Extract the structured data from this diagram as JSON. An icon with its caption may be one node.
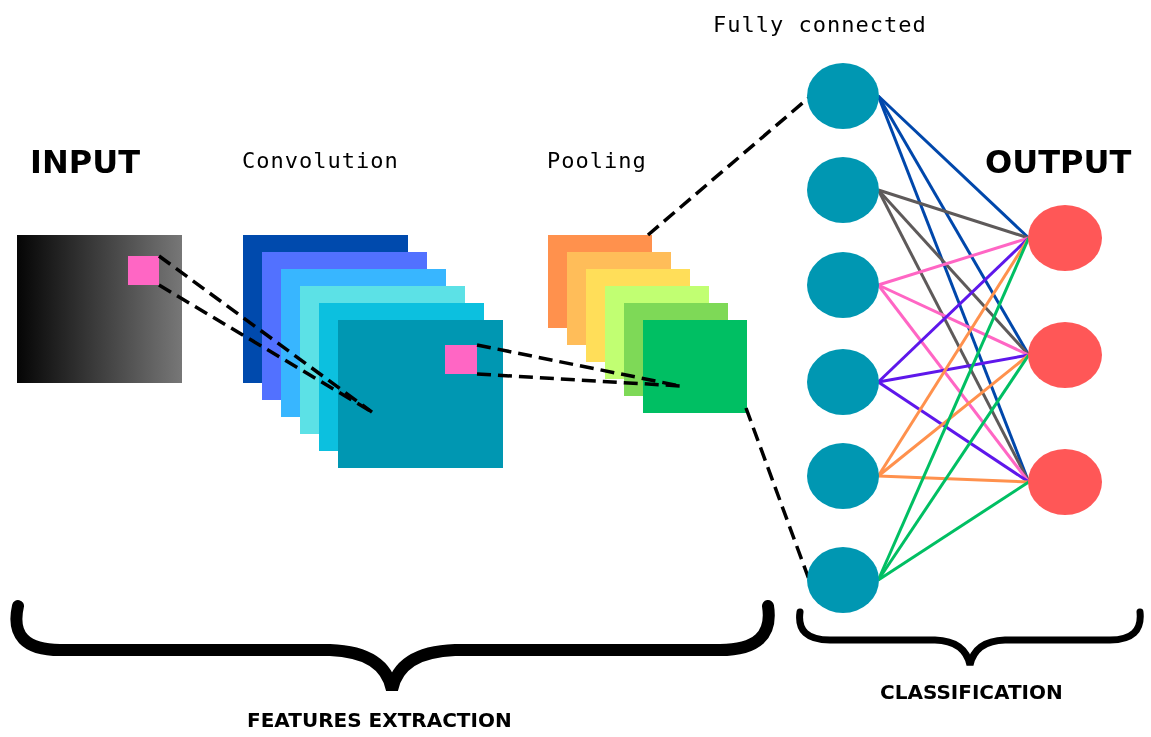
{
  "diagram": {
    "nodes": [
      {
        "text": [],
        "shape": "box"
      },
      {
        "text": [],
        "shape": "box",
        "in": 0
      },
      {
        "text": [],
        "shape": "box"
      },
      {
        "text": [],
        "shape": "box",
        "in": 2
      },
      {
        "text": [],
        "shape": "box"
      },
      {
        "text": [],
        "shape": "circle"
      },
      {
        "text": [],
        "shape": "circle"
      },
      {
        "text": [],
        "shape": "circle"
      },
      {
        "text": [],
        "shape": "circle"
      },
      {
        "text": [],
        "shape": "circle"
      },
      {
        "text": [],
        "shape": "circle"
      },
      {
        "text": [],
        "shape": "circle"
      },
      {
        "text": [],
        "shape": "circle"
      },
      {
        "text": [],
        "shape": "circle"
      }
    ],
    "edges": [
      {
        "from": 1,
        "to": 2,
        "arrow": "none",
        "style": "dashed"
      },
      {
        "from": 1,
        "to": 2,
        "arrow": "none",
        "style": "dashed"
      },
      {
        "from": 3,
        "to": 4,
        "arrow": "none",
        "style": "dashed"
      },
      {
        "from": 3,
        "to": 4,
        "arrow": "none",
        "style": "dashed"
      },
      {
        "from": 4,
        "to": 5,
        "arrow": "none",
        "style": "dashed"
      },
      {
        "from": 4,
        "to": 10,
        "arrow": "none",
        "style": "dashed"
      },
      {
        "from": 5,
        "to": 11,
        "arrow": "none",
        "color": "#0047ab"
      },
      {
        "from": 5,
        "to": 12,
        "arrow": "none",
        "color": "#0047ab"
      },
      {
        "from": 5,
        "to": 13,
        "arrow": "none",
        "color": "#0047ab"
      },
      {
        "from": 6,
        "to": 11,
        "arrow": "none",
        "color": "#5e5a5a"
      },
      {
        "from": 6,
        "to": 12,
        "arrow": "none",
        "color": "#5e5a5a"
      },
      {
        "from": 6,
        "to": 13,
        "arrow": "none",
        "color": "#5e5a5a"
      },
      {
        "from": 7,
        "to": 11,
        "arrow": "none",
        "color": "#ff66c4"
      },
      {
        "from": 7,
        "to": 12,
        "arrow": "none",
        "color": "#ff66c4"
      },
      {
        "from": 7,
        "to": 13,
        "arrow": "none",
        "color": "#ff66c4"
      },
      {
        "from": 8,
        "to": 11,
        "arrow": "none",
        "color": "#5e17eb"
      },
      {
        "from": 8,
        "to": 12,
        "arrow": "none",
        "color": "#5e17eb"
      },
      {
        "from": 8,
        "to": 13,
        "arrow": "none",
        "color": "#5e17eb"
      },
      {
        "from": 9,
        "to": 11,
        "arrow": "none",
        "color": "#ff914d"
      },
      {
        "from": 9,
        "to": 12,
        "arrow": "none",
        "color": "#ff914d"
      },
      {
        "from": 9,
        "to": 13,
        "arrow": "none",
        "color": "#ff914d"
      },
      {
        "from": 10,
        "to": 11,
        "arrow": "none",
        "color": "#00bf63"
      },
      {
        "from": 10,
        "to": 12,
        "arrow": "none",
        "color": "#00bf63"
      },
      {
        "from": 10,
        "to": 13,
        "arrow": "none",
        "color": "#00bf63"
      }
    ],
    "labels": [
      "Fully connected",
      "INPUT",
      "Convolution",
      "Pooling",
      "OUTPUT",
      "CLASSIFICATION",
      "FEATURES EXTRACTION"
    ]
  }
}
